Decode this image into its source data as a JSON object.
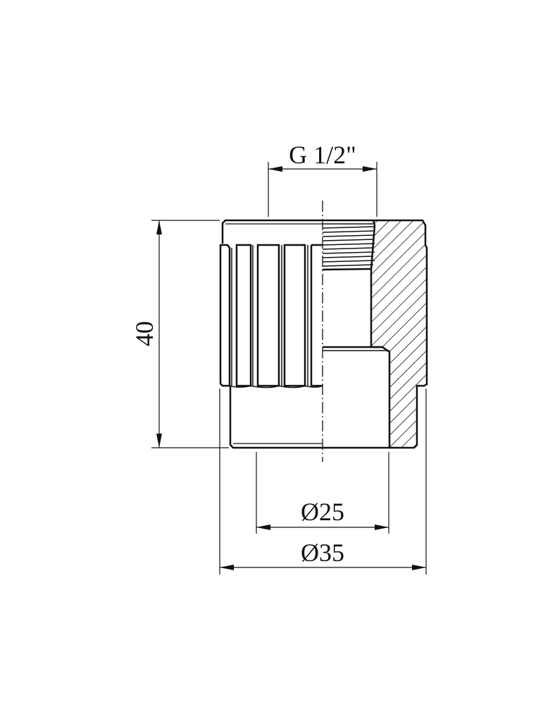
{
  "drawing": {
    "title": "Fitting cross-section drawing",
    "colors": {
      "line": "#111111",
      "background": "#ffffff"
    },
    "dimensions": {
      "thread": {
        "label": "G 1/2\""
      },
      "height": {
        "label": "40"
      },
      "inner_diameter": {
        "label": "Ø25"
      },
      "outer_diameter": {
        "label": "Ø35"
      }
    }
  }
}
